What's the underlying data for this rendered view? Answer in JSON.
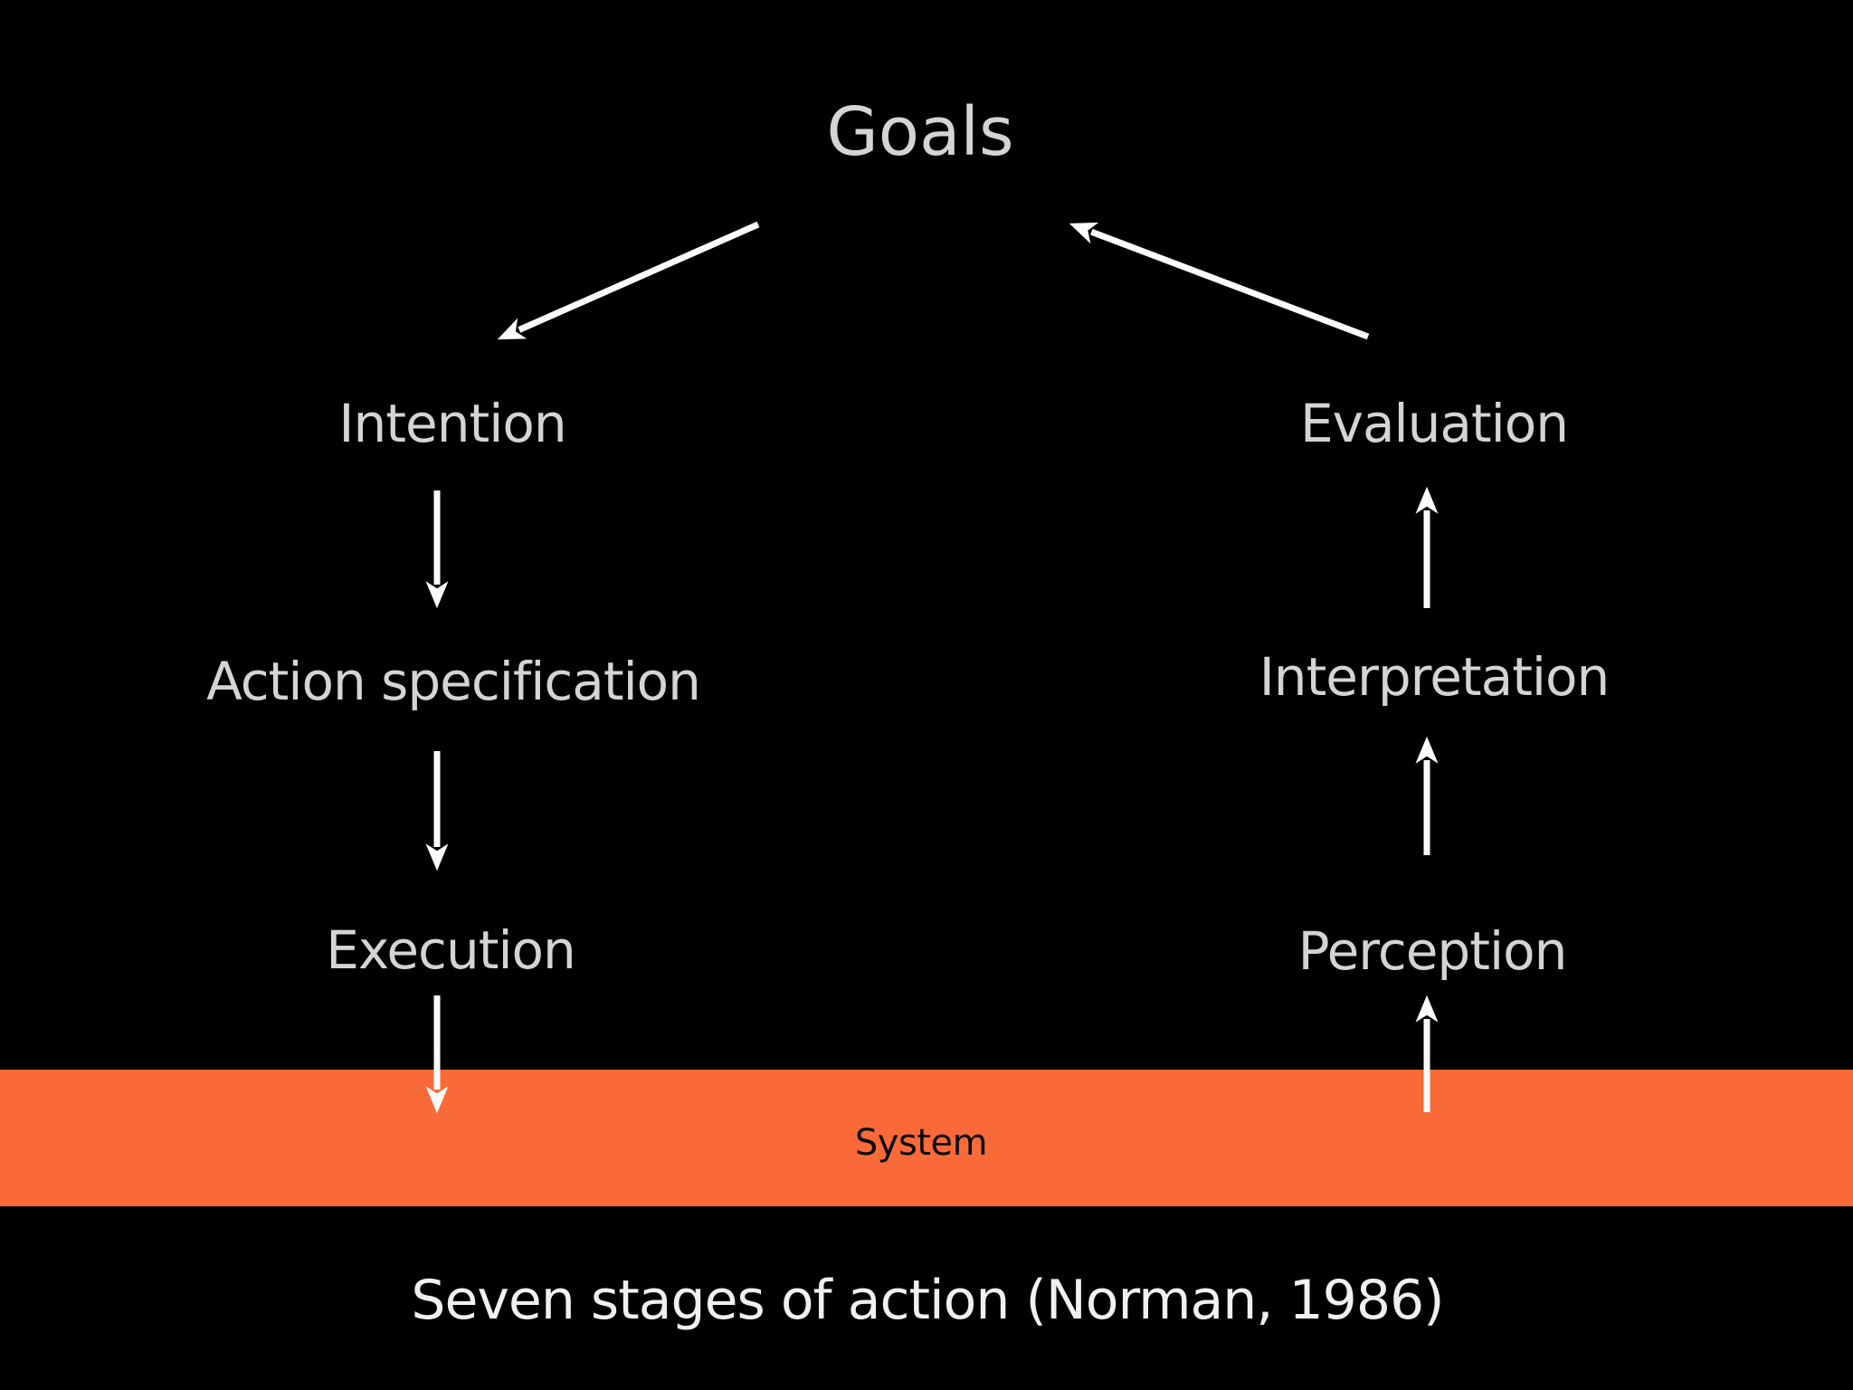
{
  "diagram": {
    "nodes": {
      "goals": "Goals",
      "intention": "Intention",
      "action_specification": "Action specification",
      "execution": "Execution",
      "evaluation": "Evaluation",
      "interpretation": "Interpretation",
      "perception": "Perception"
    },
    "system_label": "System",
    "caption": "Seven stages of action (Norman, 1986)",
    "edges": [
      {
        "from": "Goals",
        "to": "Intention"
      },
      {
        "from": "Intention",
        "to": "Action specification"
      },
      {
        "from": "Action specification",
        "to": "Execution"
      },
      {
        "from": "Execution",
        "to": "System"
      },
      {
        "from": "System",
        "to": "Perception"
      },
      {
        "from": "Perception",
        "to": "Interpretation"
      },
      {
        "from": "Interpretation",
        "to": "Evaluation"
      },
      {
        "from": "Evaluation",
        "to": "Goals"
      }
    ],
    "colors": {
      "background": "#000000",
      "system_band": "#FA6A38",
      "node_text": "#D4D4D4",
      "system_text": "#0A0A0A",
      "caption_text": "#F0F0F0",
      "arrow": "#FCFCFC"
    }
  }
}
